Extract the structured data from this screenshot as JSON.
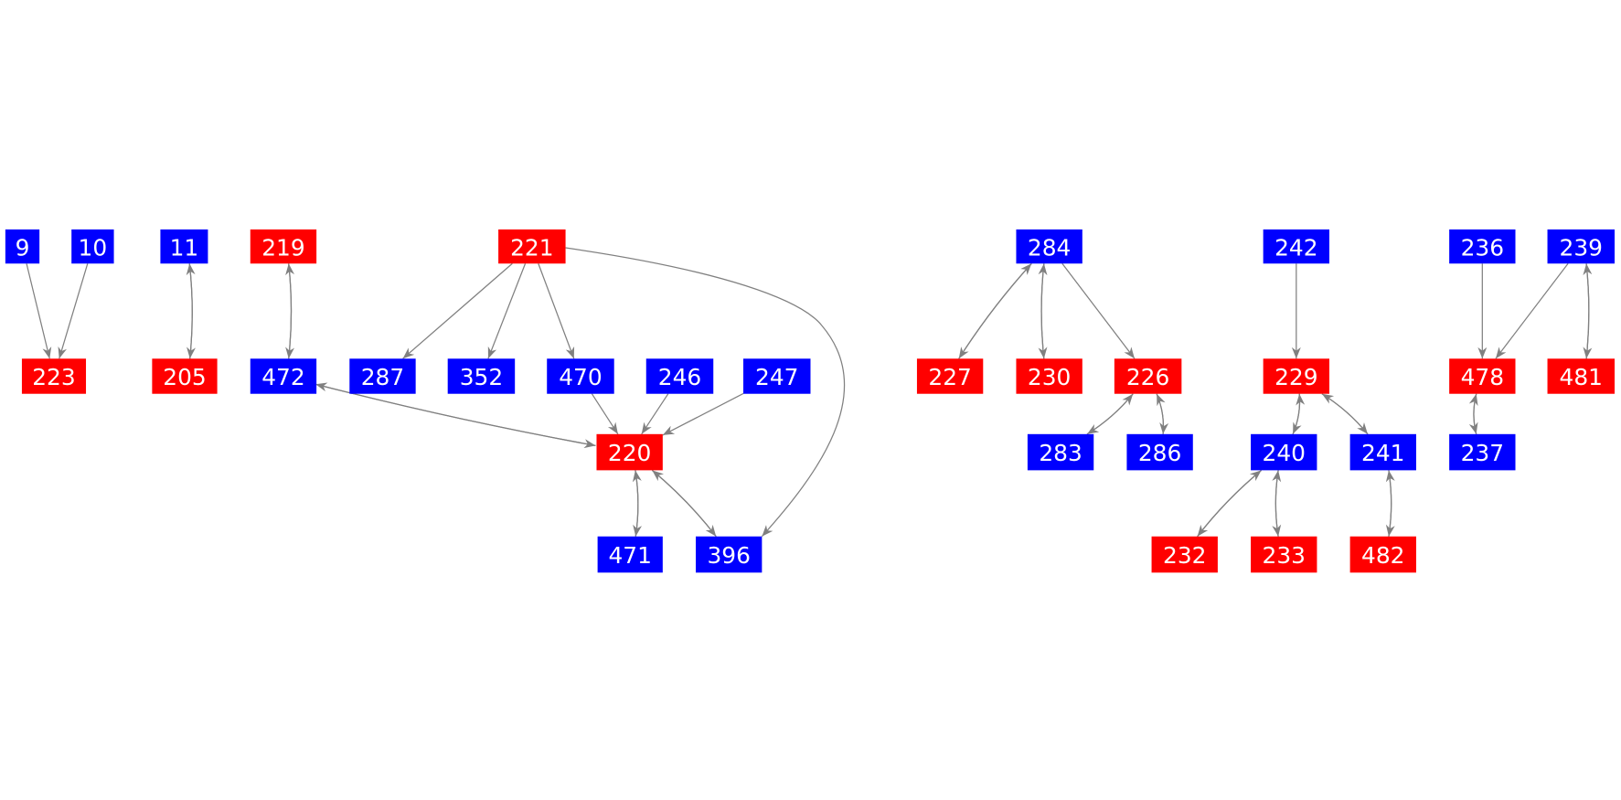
{
  "colors": {
    "red": "#ff0000",
    "blue": "#0000ff",
    "edge": "#808080",
    "text": "#ffffff"
  },
  "nodes": [
    {
      "id": "9",
      "color": "blue"
    },
    {
      "id": "10",
      "color": "blue"
    },
    {
      "id": "223",
      "color": "red"
    },
    {
      "id": "11",
      "color": "blue"
    },
    {
      "id": "205",
      "color": "red"
    },
    {
      "id": "219",
      "color": "red"
    },
    {
      "id": "472",
      "color": "blue"
    },
    {
      "id": "221",
      "color": "red"
    },
    {
      "id": "287",
      "color": "blue"
    },
    {
      "id": "352",
      "color": "blue"
    },
    {
      "id": "470",
      "color": "blue"
    },
    {
      "id": "246",
      "color": "blue"
    },
    {
      "id": "247",
      "color": "blue"
    },
    {
      "id": "220",
      "color": "red"
    },
    {
      "id": "471",
      "color": "blue"
    },
    {
      "id": "396",
      "color": "blue"
    },
    {
      "id": "284",
      "color": "blue"
    },
    {
      "id": "227",
      "color": "red"
    },
    {
      "id": "230",
      "color": "red"
    },
    {
      "id": "226",
      "color": "red"
    },
    {
      "id": "283",
      "color": "blue"
    },
    {
      "id": "286",
      "color": "blue"
    },
    {
      "id": "242",
      "color": "blue"
    },
    {
      "id": "229",
      "color": "red"
    },
    {
      "id": "240",
      "color": "blue"
    },
    {
      "id": "241",
      "color": "blue"
    },
    {
      "id": "232",
      "color": "red"
    },
    {
      "id": "233",
      "color": "red"
    },
    {
      "id": "482",
      "color": "red"
    },
    {
      "id": "236",
      "color": "blue"
    },
    {
      "id": "239",
      "color": "blue"
    },
    {
      "id": "478",
      "color": "red"
    },
    {
      "id": "481",
      "color": "red"
    },
    {
      "id": "237",
      "color": "blue"
    }
  ],
  "edges": [
    [
      "9",
      "223"
    ],
    [
      "10",
      "223"
    ],
    [
      "11",
      "205"
    ],
    [
      "205",
      "11"
    ],
    [
      "219",
      "472"
    ],
    [
      "472",
      "219"
    ],
    [
      "221",
      "287"
    ],
    [
      "221",
      "352"
    ],
    [
      "221",
      "470"
    ],
    [
      "221",
      "396"
    ],
    [
      "472",
      "220"
    ],
    [
      "220",
      "472"
    ],
    [
      "470",
      "220"
    ],
    [
      "246",
      "220"
    ],
    [
      "247",
      "220"
    ],
    [
      "220",
      "471"
    ],
    [
      "471",
      "220"
    ],
    [
      "220",
      "396"
    ],
    [
      "396",
      "220"
    ],
    [
      "284",
      "227"
    ],
    [
      "227",
      "284"
    ],
    [
      "284",
      "230"
    ],
    [
      "230",
      "284"
    ],
    [
      "284",
      "226"
    ],
    [
      "226",
      "283"
    ],
    [
      "283",
      "226"
    ],
    [
      "226",
      "286"
    ],
    [
      "286",
      "226"
    ],
    [
      "242",
      "229"
    ],
    [
      "229",
      "240"
    ],
    [
      "240",
      "229"
    ],
    [
      "229",
      "241"
    ],
    [
      "241",
      "229"
    ],
    [
      "240",
      "232"
    ],
    [
      "232",
      "240"
    ],
    [
      "240",
      "233"
    ],
    [
      "233",
      "240"
    ],
    [
      "241",
      "482"
    ],
    [
      "482",
      "241"
    ],
    [
      "236",
      "478"
    ],
    [
      "239",
      "478"
    ],
    [
      "239",
      "481"
    ],
    [
      "481",
      "239"
    ],
    [
      "478",
      "237"
    ],
    [
      "237",
      "478"
    ]
  ]
}
